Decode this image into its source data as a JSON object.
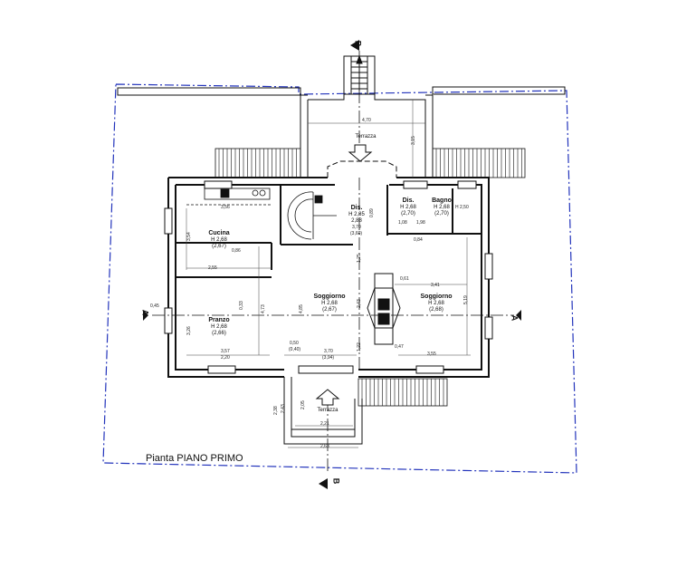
{
  "title": "Pianta PIANO PRIMO",
  "section_tags": {
    "a": "A",
    "b": "B"
  },
  "rooms": {
    "terrazza_north": {
      "name": "Terrazza"
    },
    "terrazza_south": {
      "name": "Terrazza"
    },
    "cucina": {
      "name": "Cucina",
      "h": "H 2,68",
      "sub": "(2,67)"
    },
    "pranzo": {
      "name": "Pranzo",
      "h": "H 2,68",
      "sub": "(2,66)"
    },
    "dis_center": {
      "name": "Dis.",
      "h": "H 2,85",
      "sub": "2,88"
    },
    "dis_right": {
      "name": "Dis.",
      "h": "H 2,68",
      "sub": "(2,70)"
    },
    "bagno": {
      "name": "Bagno",
      "h": "H 2,68",
      "sub": "(2,70)"
    },
    "soggiorno_left": {
      "name": "Soggiorno",
      "h": "H 2,68",
      "sub": "(2,67)"
    },
    "soggiorno_right": {
      "name": "Soggiorno",
      "h": "H 2,68",
      "sub": "(2,68)"
    }
  },
  "dimensions": {
    "d470": "4,70",
    "d315": "3,15",
    "d356": "3,56",
    "d354": "3,54",
    "d086": "0,86",
    "d255": "2,55",
    "d045": "0,45",
    "d357": "3,57",
    "d050": "0,50",
    "d040": "(0,40)",
    "d370": "3,70",
    "d370b": "(3,60)",
    "d370c": "3,70",
    "d394": "(3,94)",
    "d355": "3,55",
    "d341": "3,41",
    "d061": "0,61",
    "d047": "0,47",
    "d084": "0,84",
    "d108": "1,08",
    "d198": "1,98",
    "d250": "H 2,50",
    "d485": "4,85",
    "d519": "5,19",
    "d221": "2,21",
    "d263": "2,63",
    "d243": "2,43",
    "d238": "2,38",
    "d205": "2,05",
    "d122": "1,22",
    "d125": "1,25",
    "d089": "0,89",
    "d033": "0,33",
    "d473": "4,73",
    "d326": "3,26",
    "d220": "2,20"
  }
}
